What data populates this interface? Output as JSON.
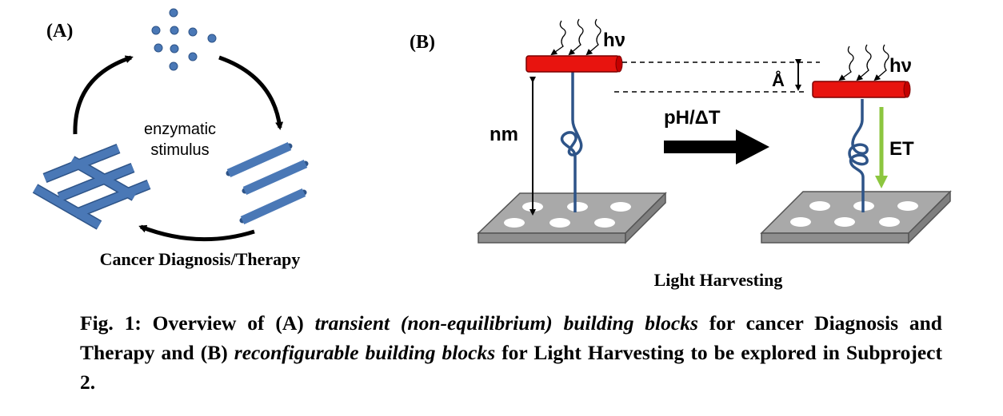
{
  "panel_a": {
    "label": "(A)",
    "center_text_line1": "enzymatic",
    "center_text_line2": "stimulus",
    "bottom_label": "Cancer Diagnosis/Therapy"
  },
  "panel_b": {
    "label": "(B)",
    "hv_left": "hν",
    "hv_right": "hν",
    "distance_label": "nm",
    "angstrom_label": "Å",
    "trigger_label": "pH/ΔT",
    "et_label": "ET",
    "bottom_label": "Light Harvesting"
  },
  "caption": {
    "p1": "Fig. 1: Overview of (A) ",
    "i1": "transient (non-equilibrium) building blocks",
    "p2": " for cancer Diagnosis and Therapy and (B) ",
    "i2": "reconfigurable building blocks",
    "p3": " for Light Harvesting to be explored in Subproject 2."
  },
  "colors": {
    "rod_blue": "#4a78b6",
    "rod_outline": "#2e5488",
    "chromophore_red": "#e8140f",
    "substrate_gray": "#a6a6a6",
    "et_green": "#8cc63f"
  }
}
